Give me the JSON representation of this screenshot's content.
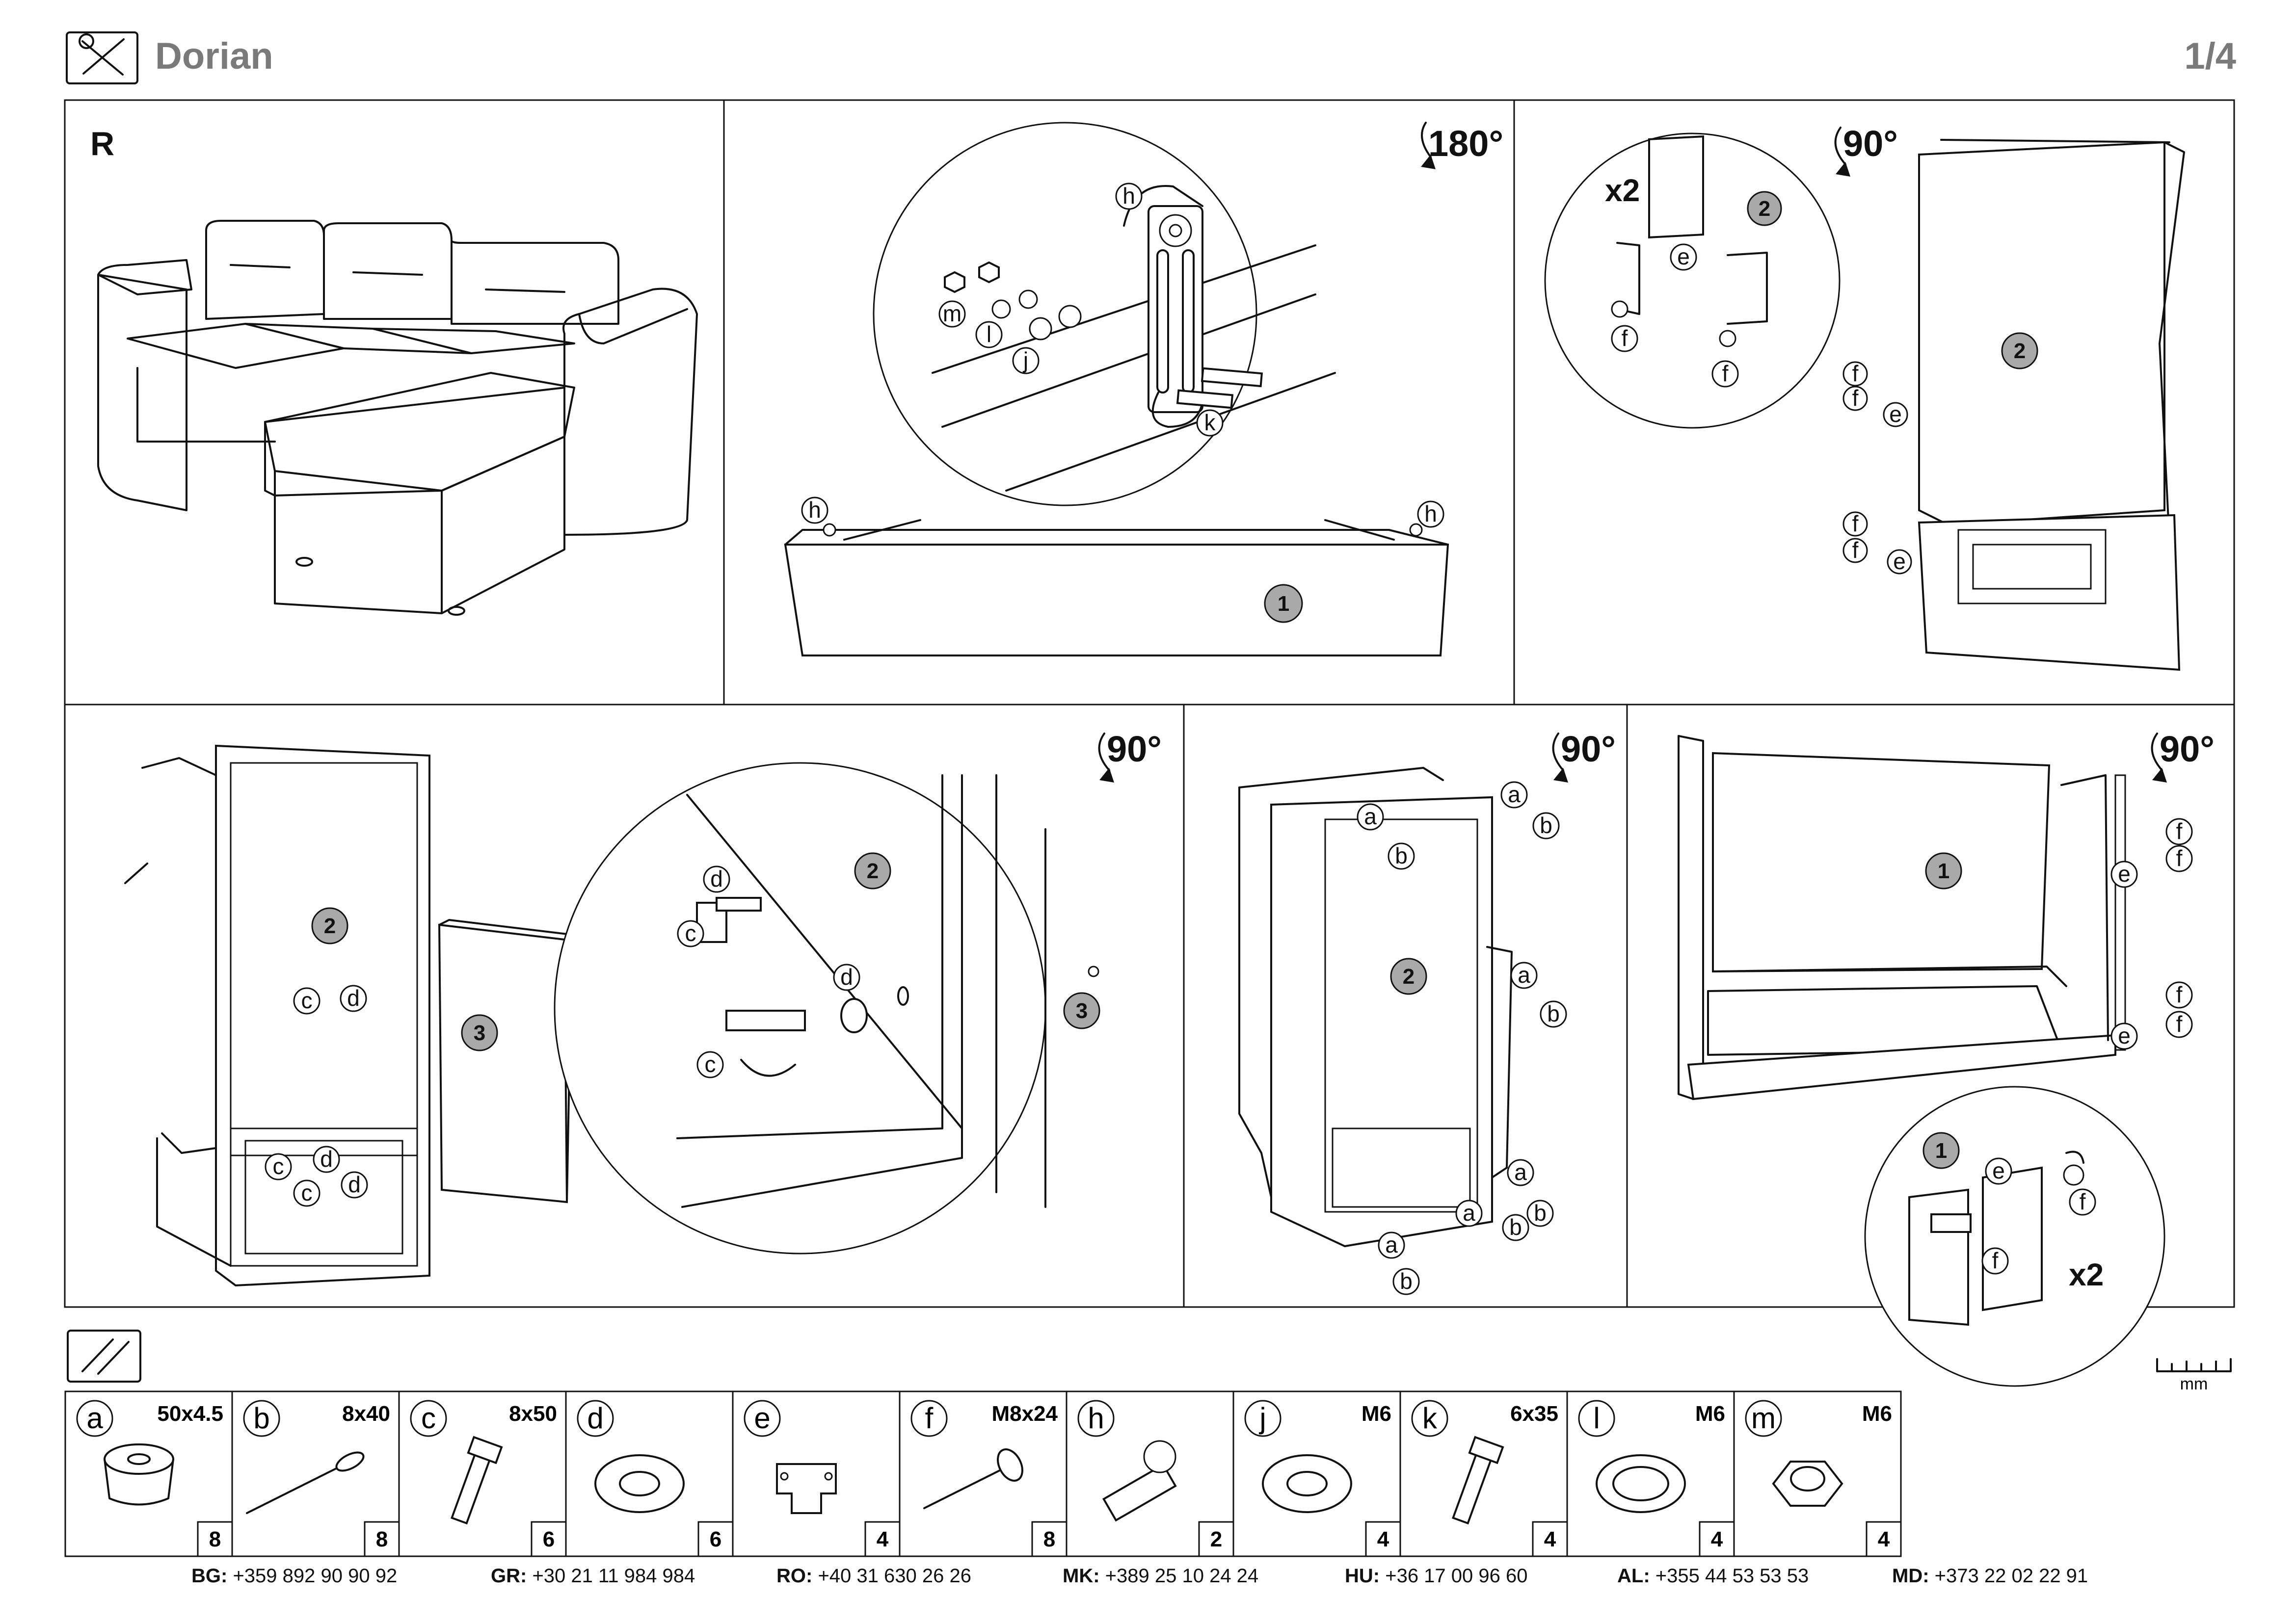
{
  "header": {
    "title": "Dorian",
    "page": "1/4",
    "tools_icon": "tools-icon"
  },
  "step1": {
    "variant": "R"
  },
  "step2": {
    "rotation": "180°",
    "panel_number": "1",
    "callouts": [
      "h",
      "h",
      "h",
      "m",
      "l",
      "j",
      "k"
    ]
  },
  "step3": {
    "rotation": "90°",
    "multiplier": "x2",
    "panel_number": "2",
    "callouts": [
      "e",
      "f",
      "f",
      "f",
      "f",
      "e",
      "f",
      "f",
      "e"
    ]
  },
  "step4": {
    "rotation": "90°",
    "panel_numbers": [
      "2",
      "3",
      "2",
      "3"
    ],
    "callouts": [
      "c",
      "d",
      "c",
      "d",
      "c",
      "d",
      "d",
      "c",
      "d",
      "c"
    ]
  },
  "step5": {
    "rotation": "90°",
    "panel_number": "2",
    "callouts": [
      "a",
      "b",
      "a",
      "b",
      "a",
      "b",
      "a",
      "b",
      "a",
      "b",
      "a",
      "b"
    ]
  },
  "step6": {
    "rotation": "90°",
    "multiplier": "x2",
    "panel_number": "1",
    "callouts": [
      "f",
      "f",
      "e",
      "f",
      "f",
      "e",
      "e",
      "f",
      "f"
    ]
  },
  "hardware_icon": "screws-icon",
  "scale_unit": "mm",
  "hardware": [
    {
      "letter": "a",
      "size": "50x4.5",
      "qty": "8",
      "icon": "plastic-foot-icon"
    },
    {
      "letter": "b",
      "size": "8x40",
      "qty": "8",
      "icon": "wood-screw-icon"
    },
    {
      "letter": "c",
      "size": "8x50",
      "qty": "6",
      "icon": "hex-bolt-icon"
    },
    {
      "letter": "d",
      "size": "",
      "qty": "6",
      "icon": "washer-icon"
    },
    {
      "letter": "e",
      "size": "",
      "qty": "4",
      "icon": "bracket-icon"
    },
    {
      "letter": "f",
      "size": "M8x24",
      "qty": "8",
      "icon": "countersunk-screw-icon"
    },
    {
      "letter": "h",
      "size": "",
      "qty": "2",
      "icon": "hinge-bracket-icon"
    },
    {
      "letter": "j",
      "size": "M6",
      "qty": "4",
      "icon": "washer-icon"
    },
    {
      "letter": "k",
      "size": "6x35",
      "qty": "4",
      "icon": "hex-bolt-icon"
    },
    {
      "letter": "l",
      "size": "M6",
      "qty": "4",
      "icon": "spring-washer-icon"
    },
    {
      "letter": "m",
      "size": "M6",
      "qty": "4",
      "icon": "hex-nut-icon"
    }
  ],
  "contacts": [
    {
      "country": "BG:",
      "phone": "+359 892 90 90 92"
    },
    {
      "country": "GR:",
      "phone": "+30 21 11 984 984"
    },
    {
      "country": "RO:",
      "phone": "+40 31 630 26 26"
    },
    {
      "country": "MK:",
      "phone": "+389 25 10 24 24"
    },
    {
      "country": "HU:",
      "phone": "+36 17 00 96 60"
    },
    {
      "country": "AL:",
      "phone": "+355 44 53 53 53"
    },
    {
      "country": "MD:",
      "phone": "+373 22 02 22 91"
    }
  ]
}
